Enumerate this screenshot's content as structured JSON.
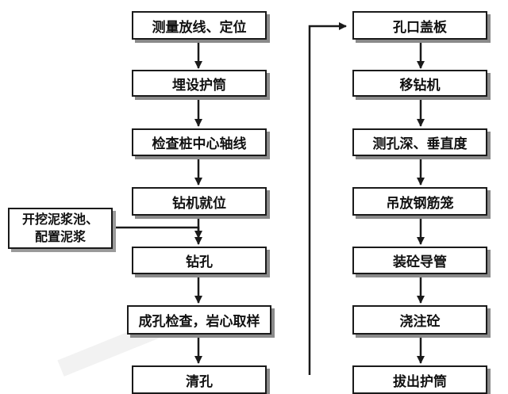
{
  "left_column": [
    "测量放线、定位",
    "埋设护筒",
    "检查桩中心轴线",
    "钻机就位",
    "钻孔",
    "成孔检查，岩心取样",
    "清孔"
  ],
  "side_input": [
    "开挖泥浆池、",
    "配置泥浆"
  ],
  "right_column": [
    "孔口盖板",
    "移钻机",
    "测孔深、垂直度",
    "吊放钢筋笼",
    "装砼导管",
    "浇注砼",
    "拔出护筒"
  ]
}
